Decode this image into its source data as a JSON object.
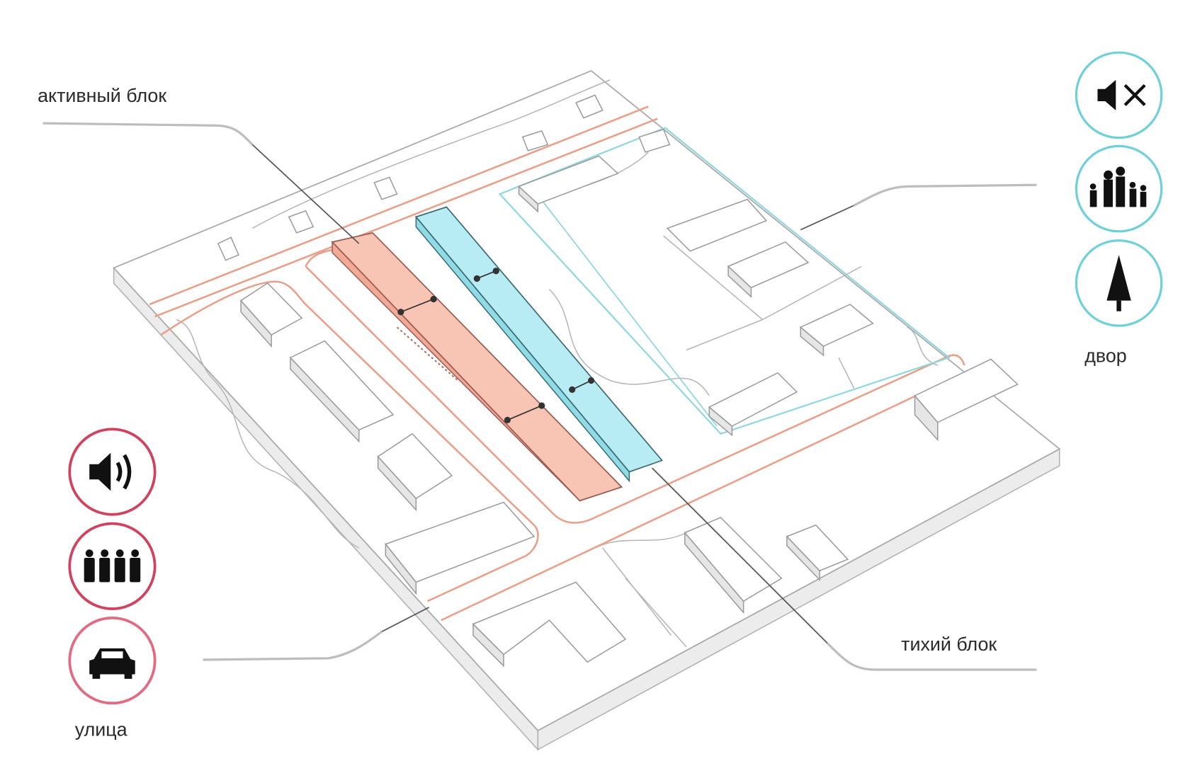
{
  "labels": {
    "active_block": "активный блок",
    "yard": "двор",
    "quiet_block": "тихий блок",
    "street": "улица"
  },
  "colors": {
    "active": "#f8c5b4",
    "active_stroke": "#c96a5a",
    "quiet": "#b8ecf4",
    "quiet_stroke": "#5bbfcc",
    "street_circle": "#d0425e",
    "yard_circle": "#6fd0da",
    "road": "#e8a08a"
  },
  "yard_icons": [
    "speaker-muted-icon",
    "family-icon",
    "tree-icon"
  ],
  "street_icons": [
    "speaker-loud-icon",
    "crowd-icon",
    "car-icon"
  ]
}
